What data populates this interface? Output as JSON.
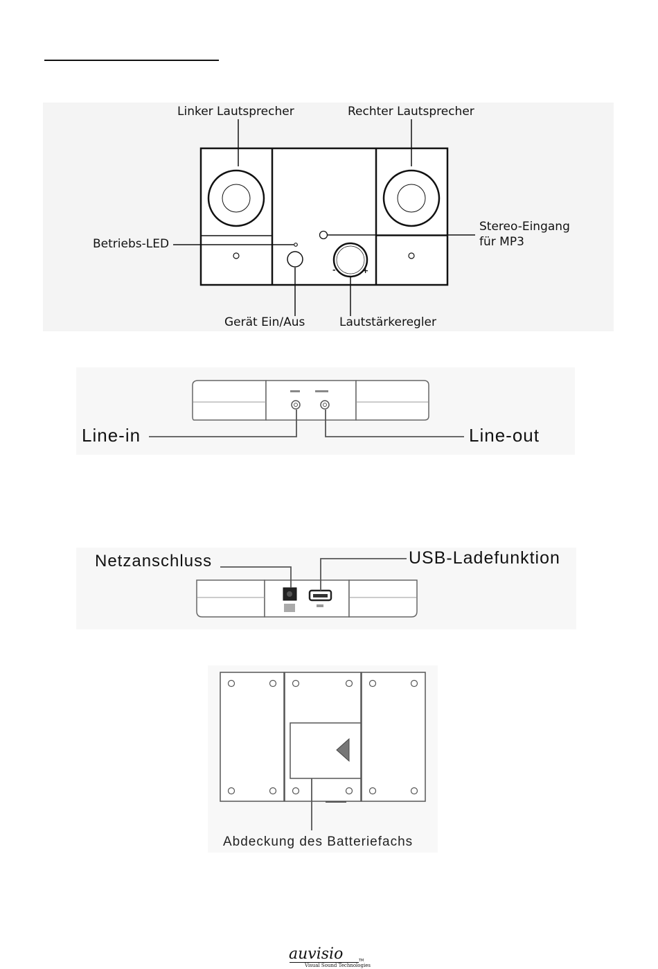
{
  "front": {
    "left_speaker": "Linker Lautsprecher",
    "right_speaker": "Rechter Lautsprecher",
    "power_led": "Betriebs-LED",
    "stereo_input_line1": "Stereo-Eingang",
    "stereo_input_line2": "für MP3",
    "power_switch": "Gerät Ein/Aus",
    "volume_control": "Lautstärkeregler",
    "volume_minus": "-",
    "volume_plus": "+"
  },
  "back_audio": {
    "line_in": "Line-in",
    "line_out": "Line-out"
  },
  "back_power": {
    "power_socket": "Netzanschluss",
    "usb_charging": "USB-Ladefunktion"
  },
  "bottom": {
    "battery_cover": "Abdeckung des Batteriefachs"
  },
  "brand": {
    "name": "auvisio",
    "tagline": "Visual Sound Technologies",
    "tm": "TM"
  }
}
